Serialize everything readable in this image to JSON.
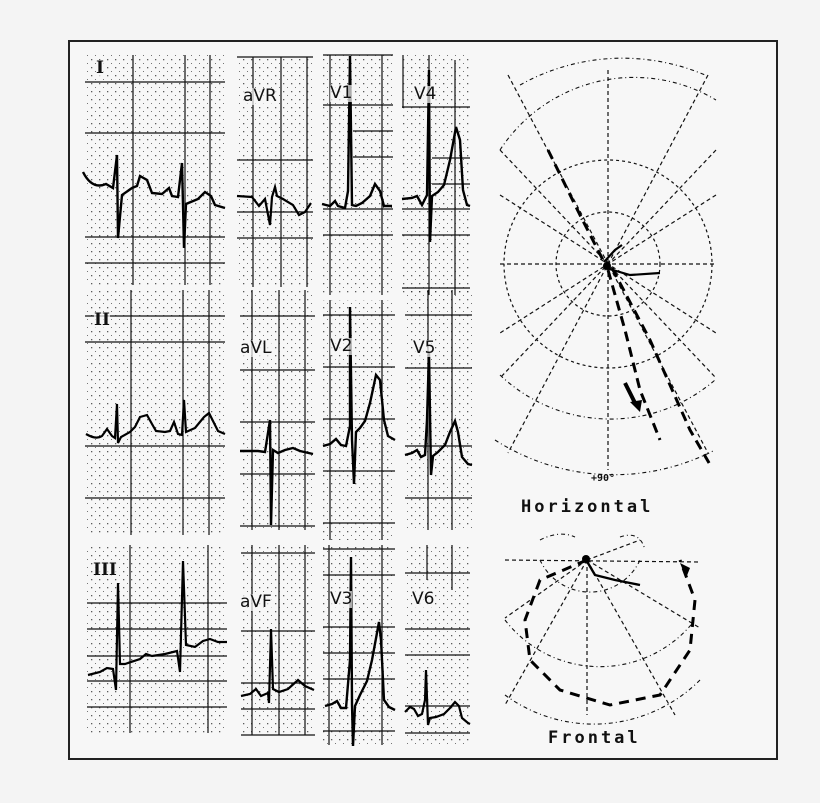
{
  "figure": {
    "leads": {
      "I": "I",
      "II": "II",
      "III": "III",
      "aVR": "aVR",
      "aVL": "aVL",
      "aVF": "aVF",
      "V1": "V1",
      "V2": "V2",
      "V3": "V3",
      "V4": "V4",
      "V5": "V5",
      "V6": "V6"
    },
    "vectorcardiogram": {
      "horizontal": {
        "title": "Horizontal",
        "axis_label": "+90°"
      },
      "frontal": {
        "title": "Frontal"
      }
    },
    "colors": {
      "ink": "#111111",
      "paper": "#f7f7f7",
      "border": "#222222"
    }
  }
}
